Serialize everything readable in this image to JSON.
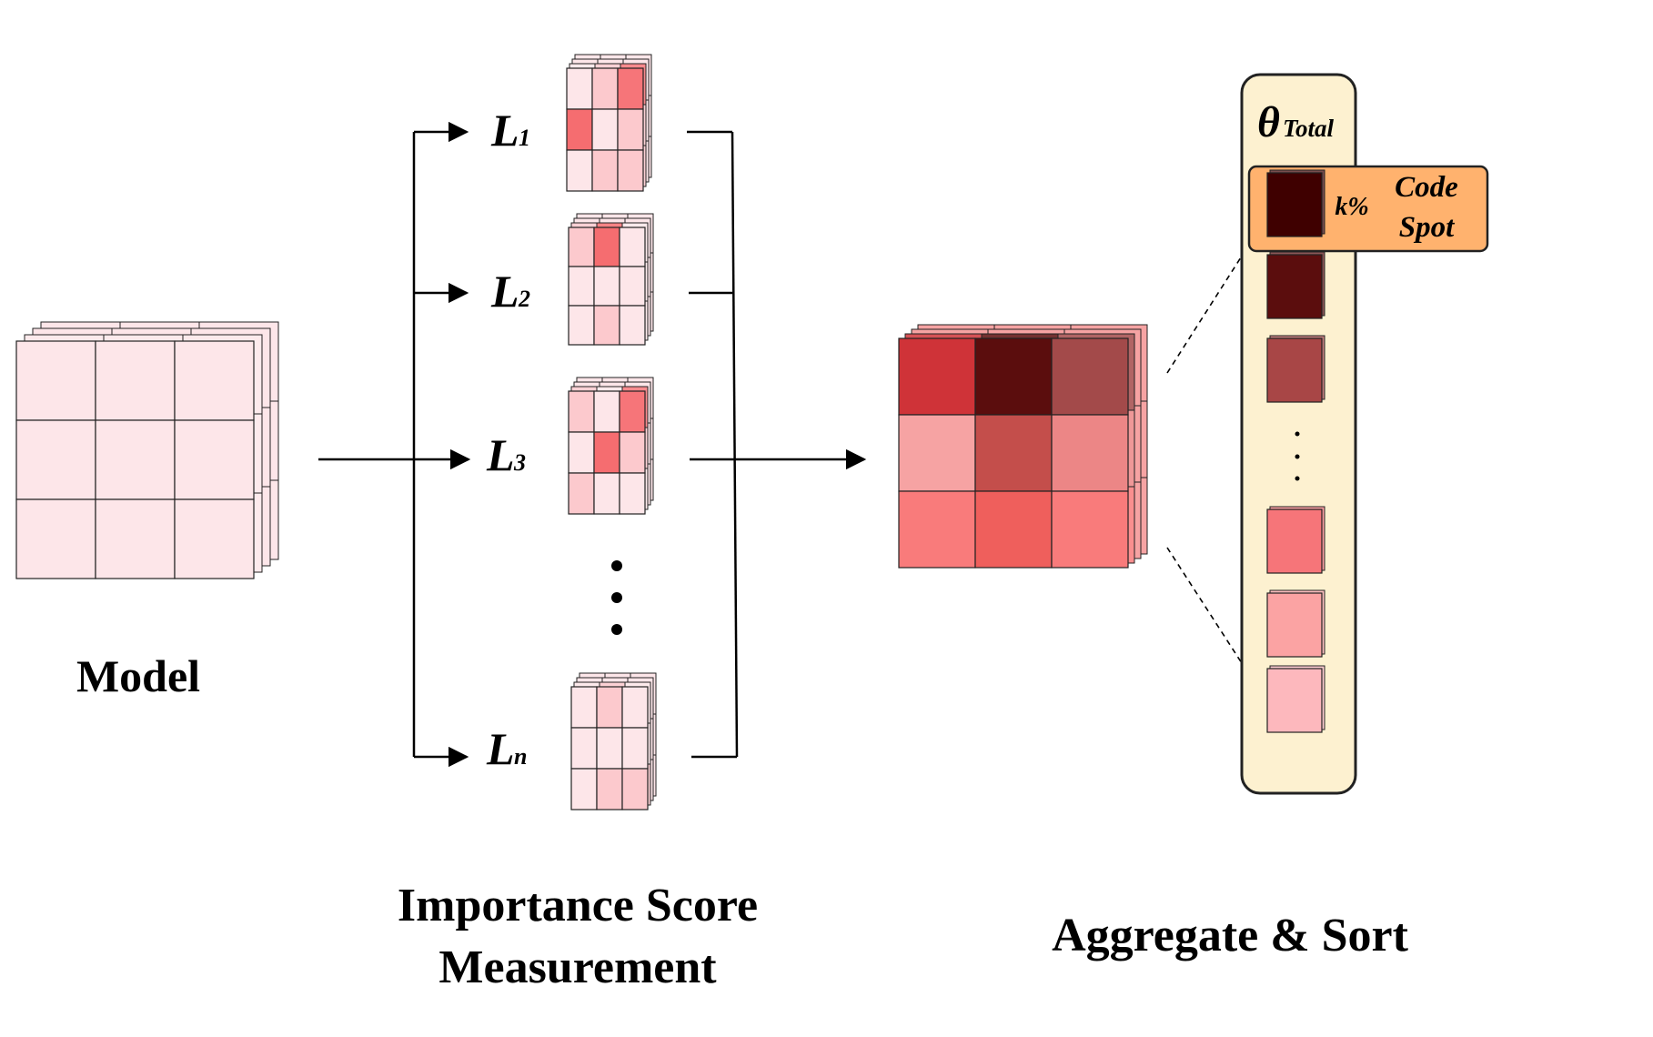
{
  "labels": {
    "model": "Model",
    "importance_line1": "Importance Score",
    "importance_line2": "Measurement",
    "aggregate": "Aggregate & Sort",
    "theta": "θ",
    "theta_sub": "Total",
    "k_percent": "k%",
    "code_line1": "Code",
    "code_line2": "Spot",
    "ellipsis": "·\n·\n·"
  },
  "loss_layers": [
    {
      "letter": "L",
      "sub": "1"
    },
    {
      "letter": "L",
      "sub": "2"
    },
    {
      "letter": "L",
      "sub": "3"
    },
    {
      "letter": "L",
      "sub": "n"
    }
  ],
  "colors": {
    "model_cell": "#fde6e9",
    "panel_fill": "#fdf1d0",
    "panel_stroke": "#222222",
    "codespot_fill": "#ffb26e",
    "codespot_stroke": "#222222",
    "aggregate_grid": [
      [
        "#cf3338",
        "#5b0d0d",
        "#a34a4a"
      ],
      [
        "#f6a3a3",
        "#c44e4b",
        "#ec8686"
      ],
      [
        "#f97b7b",
        "#ef5f5c",
        "#f97b7b"
      ]
    ],
    "score_grids": [
      [
        [
          "#fde6e9",
          "#fcc9cd",
          "#f67579"
        ],
        [
          "#f56d70",
          "#fde6e9",
          "#fcc9cd"
        ],
        [
          "#fde6e9",
          "#fcc9cd",
          "#fcc9cd"
        ]
      ],
      [
        [
          "#fcc9cd",
          "#f56d70",
          "#fde6e9"
        ],
        [
          "#fde6e9",
          "#fde6e9",
          "#fde6e9"
        ],
        [
          "#fde6e9",
          "#fcc9cd",
          "#fde6e9"
        ]
      ],
      [
        [
          "#fcc9cd",
          "#fde6e9",
          "#f67579"
        ],
        [
          "#fde6e9",
          "#f56d70",
          "#fcc9cd"
        ],
        [
          "#fcc9cd",
          "#fde6e9",
          "#fde6e9"
        ]
      ],
      [
        [
          "#fde6e9",
          "#fcc9cd",
          "#fde6e9"
        ],
        [
          "#fde6e9",
          "#fde6e9",
          "#fde6e9"
        ],
        [
          "#fde6e9",
          "#fcc9cd",
          "#fcc9cd"
        ]
      ]
    ],
    "sorted_squares": [
      "#3f0000",
      "#5b0d0d",
      "#a84646",
      "#f67579",
      "#fba3a3",
      "#fdb8bd"
    ]
  }
}
